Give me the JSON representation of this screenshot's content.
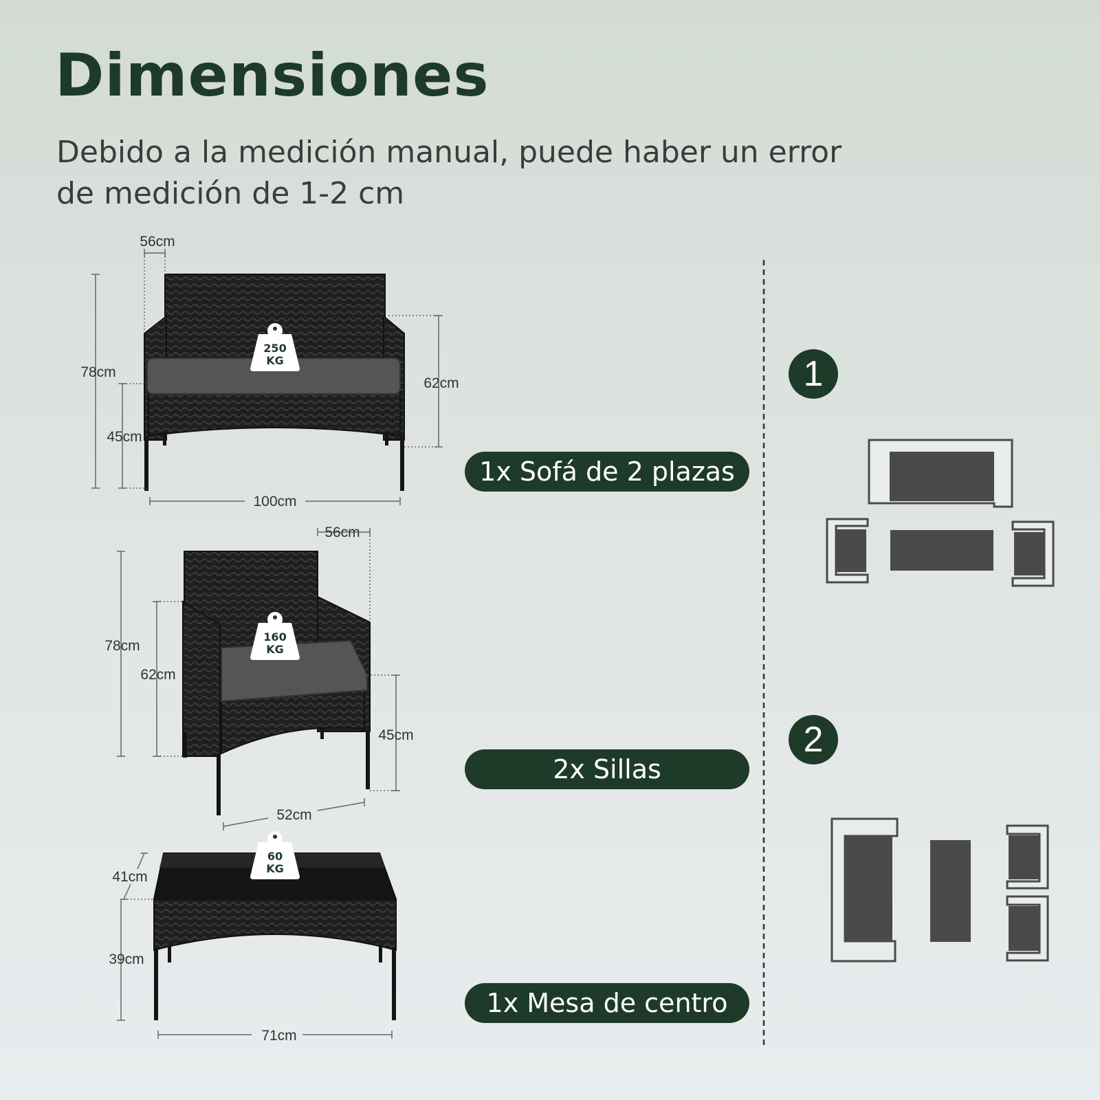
{
  "header": {
    "title": "Dimensiones",
    "subtitle": "Debido a la medición manual, puede haber un error de medición de 1-2 cm"
  },
  "products": {
    "sofa": {
      "label": "1x Sofá de 2 plazas",
      "weight_value": "250",
      "weight_unit": "KG",
      "dims": {
        "depth": "56cm",
        "height": "78cm",
        "seat_height": "45cm",
        "arm_height": "62cm",
        "width": "100cm"
      }
    },
    "chair": {
      "label": "2x Sillas",
      "weight_value": "160",
      "weight_unit": "KG",
      "dims": {
        "depth": "56cm",
        "height": "78cm",
        "arm_height": "62cm",
        "seat_height": "45cm",
        "width": "52cm"
      }
    },
    "table": {
      "label": "1x Mesa de centro",
      "weight_value": "60",
      "weight_unit": "KG",
      "dims": {
        "depth": "41cm",
        "height": "39cm",
        "width": "71cm"
      }
    }
  },
  "layouts": {
    "option_1": "1",
    "option_2": "2"
  },
  "colors": {
    "brand_green": "#1e3a29",
    "rattan": "#1f1f1f",
    "cushion": "#555555"
  }
}
